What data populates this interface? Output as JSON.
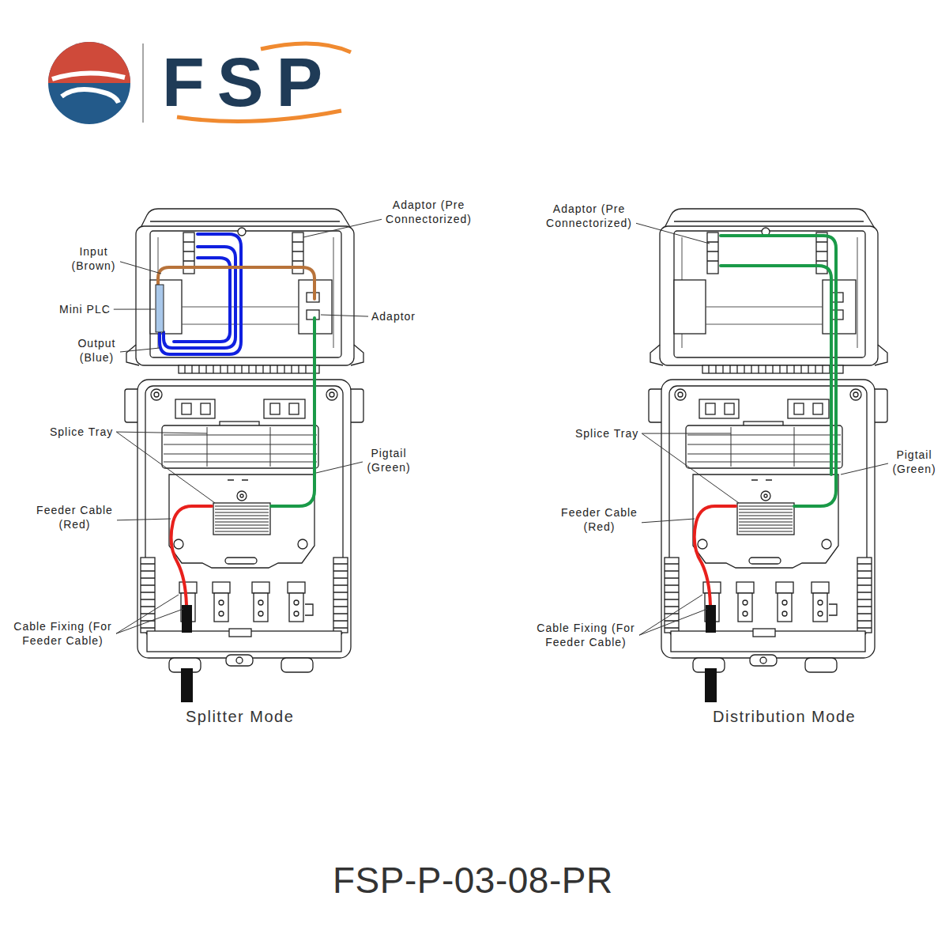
{
  "diagram": {
    "caption": "FSP-P-03-08-PR",
    "labels": [
      "FSP",
      "Adaptor (Pre Connectorized)",
      "Input (Brown)",
      "Mini PLC",
      "Adaptor",
      "Output (Blue)",
      "Splice Tray",
      "Pigtail (Green)",
      "Feeder Cable (Red)",
      "Cable Fixing (For Feeder Cable)",
      "Splitter Mode",
      "Adaptor (Pre Connectorized)",
      "Splice Tray",
      "Pigtail (Green)",
      "Feeder Cable (Red)",
      "Cable Fixing (For Feeder Cable)",
      "Distribution Mode"
    ]
  }
}
